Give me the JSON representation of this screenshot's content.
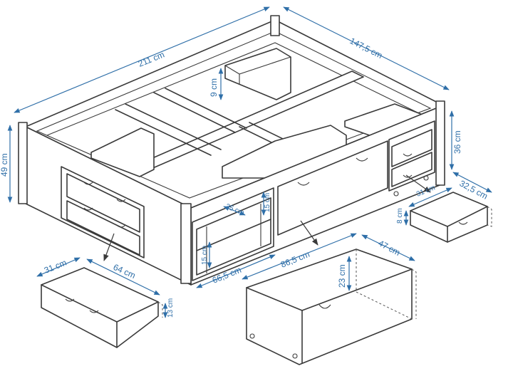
{
  "colors": {
    "dimension": "#2f6fa8",
    "line": "#3a3a3a",
    "background": "#ffffff"
  },
  "dimensions": {
    "bed_length": "211 cm",
    "bed_width": "147,5 cm",
    "bed_height": "49 cm",
    "top_box_height": "9 cm",
    "right_cabinet_height": "36 cm",
    "right_cabinet_depth": "32,5 cm",
    "small_drawer_width": "31 cm",
    "small_drawer_height": "8 cm",
    "shelf_depth": "35 cm",
    "shelf_height_upper": "15 cm",
    "shelf_height_lower": "15 cm",
    "shelf_width": "66,5 cm",
    "big_drawer_width": "86,5 cm",
    "big_drawer_depth": "47 cm",
    "big_drawer_height": "23 cm",
    "left_drawer_depth": "31 cm",
    "left_drawer_width": "64 cm",
    "left_drawer_height": "13 cm"
  }
}
